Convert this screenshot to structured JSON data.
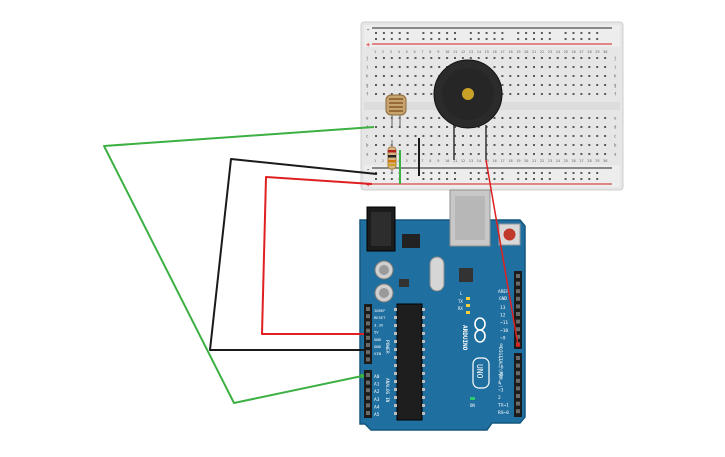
{
  "breadboard": {
    "rail_plus": "+",
    "rail_minus": "-",
    "column_numbers": [
      "1",
      "2",
      "3",
      "4",
      "5",
      "6",
      "7",
      "8",
      "9",
      "10",
      "11",
      "12",
      "13",
      "14",
      "15",
      "16",
      "17",
      "18",
      "19",
      "20",
      "21",
      "22",
      "23",
      "24",
      "25",
      "26",
      "27",
      "28",
      "29",
      "30"
    ],
    "row_letters_top": [
      "j",
      "i",
      "h",
      "g",
      "f"
    ],
    "row_letters_bottom": [
      "e",
      "d",
      "c",
      "b",
      "a"
    ]
  },
  "arduino": {
    "brand": "ARDUINO",
    "model": "UNO",
    "label_aref": "AREF",
    "label_gnd": "GND",
    "digital_pins": [
      "13",
      "12",
      "~11",
      "~10",
      "~9",
      "8",
      "7",
      "~6",
      "~5",
      "4",
      "~3",
      "2",
      "TX→1",
      "RX←0"
    ],
    "digital_label": "DIGITAL (PWM ~)",
    "power_pins": [
      "IOREF",
      "RESET",
      "3.3V",
      "5V",
      "GND",
      "GND",
      "VIN"
    ],
    "power_label": "POWER",
    "analog_pins": [
      "A0",
      "A1",
      "A2",
      "A3",
      "A4",
      "A5"
    ],
    "analog_label": "ANALOG IN",
    "led_labels": [
      "L",
      "TX",
      "RX"
    ],
    "on_label": "ON"
  },
  "colors": {
    "wire_green": "#3cb043",
    "wire_black": "#1a1a1a",
    "wire_red": "#e02020",
    "board_blue": "#1f6fa0",
    "breadboard": "#eaeaea"
  }
}
